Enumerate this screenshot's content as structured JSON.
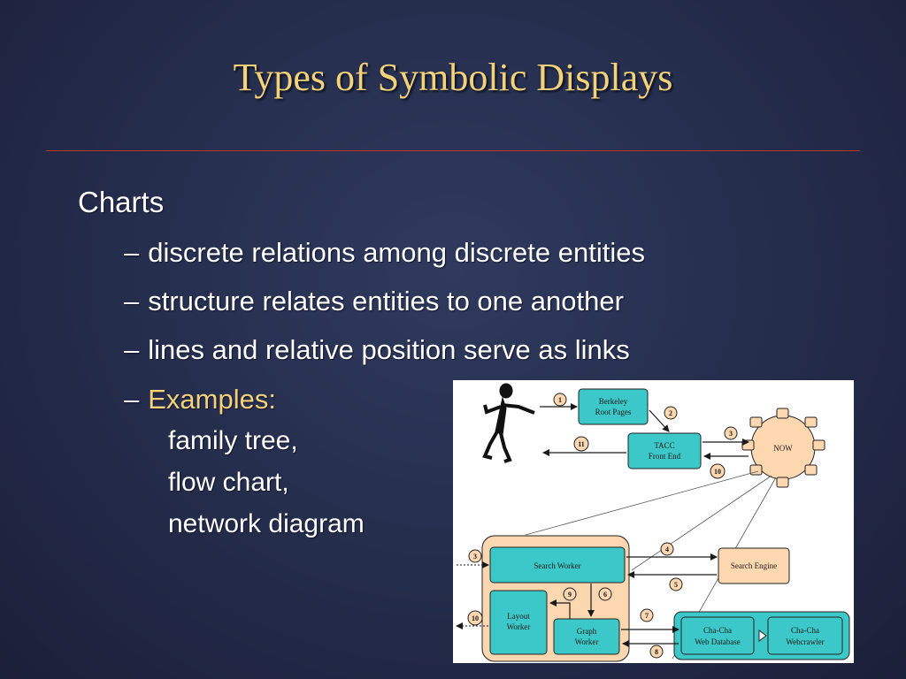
{
  "slide": {
    "title": "Types of Symbolic Displays",
    "heading": "Charts",
    "dash": "–",
    "bullets": [
      "discrete relations among discrete entities",
      "structure relates entities to one another",
      "lines and relative position serve as links"
    ],
    "examples_label": "Examples:",
    "examples": [
      "family tree,",
      "flow chart,",
      "network diagram"
    ]
  },
  "diagram": {
    "nodes": {
      "berkeley": [
        "Berkeley",
        "Root Pages"
      ],
      "tacc": [
        "TACC",
        "Front End"
      ],
      "now": "NOW",
      "search_worker": "Search Worker",
      "search_engine": "Search Engine",
      "layout_worker": [
        "Layout",
        "Worker"
      ],
      "graph_worker": [
        "Graph",
        "Worker"
      ],
      "web_database": [
        "Cha-Cha",
        "Web Database"
      ],
      "webcrawler": [
        "Cha-Cha",
        "Webcrawler"
      ]
    },
    "step_numbers": [
      "1",
      "2",
      "3",
      "11",
      "10",
      "3",
      "4",
      "5",
      "9",
      "6",
      "10",
      "7",
      "8"
    ],
    "colors": {
      "teal": "#3cc8c8",
      "peach": "#fdd7b0",
      "title_gold": "#f3d27a",
      "rule_red": "#c0322b"
    }
  }
}
